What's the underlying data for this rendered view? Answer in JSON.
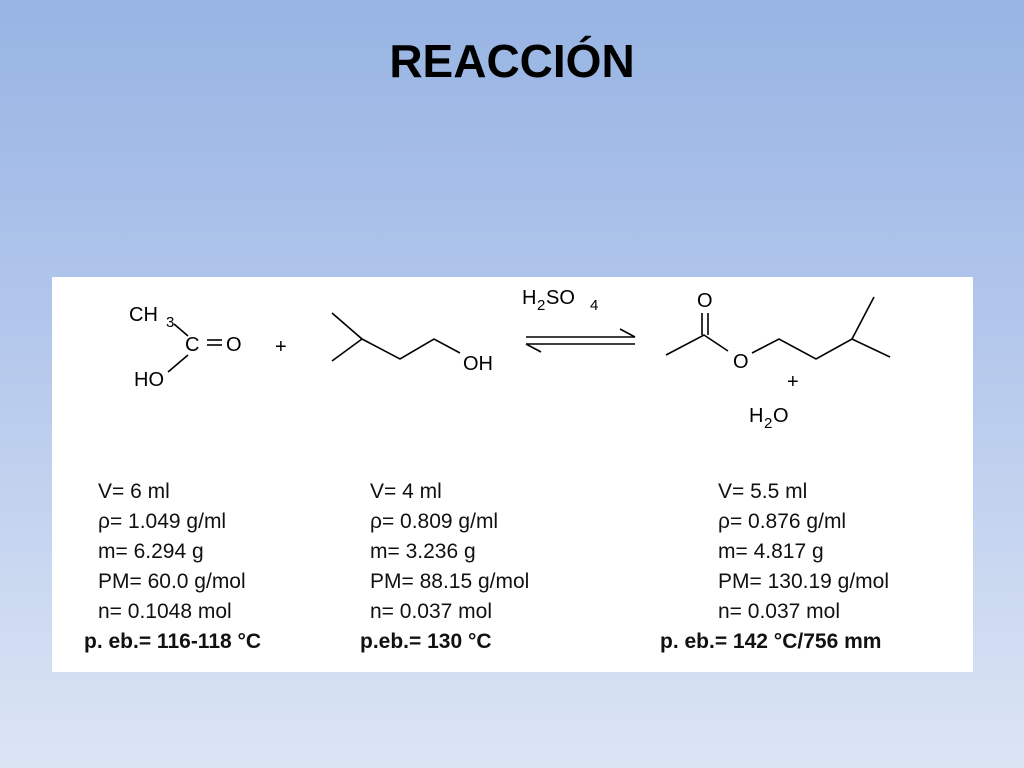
{
  "slide": {
    "title": "REACCIÓN"
  },
  "scheme": {
    "acid": {
      "ch3": "CH",
      "ch3_sub": "3",
      "c": "C",
      "o": "O",
      "ho": "HO"
    },
    "plus1": "+",
    "alcohol": {
      "oh": "OH"
    },
    "catalyst": {
      "h": "H",
      "sub2": "2",
      "so": "SO",
      "sub4": "4"
    },
    "ester": {
      "o_top": "O",
      "o_chain": "O"
    },
    "plus2": "+",
    "water": {
      "h": "H",
      "sub2": "2",
      "o": "O"
    }
  },
  "properties": {
    "acid": {
      "v": "V= 6 ml",
      "rho": "ρ= 1.049 g/ml",
      "m": "m= 6.294 g",
      "pm": "PM= 60.0 g/mol",
      "n": "n= 0.1048 mol",
      "bp": "p. eb.= 116-118 °C"
    },
    "alcohol": {
      "v": "V= 4 ml",
      "rho": "ρ= 0.809 g/ml",
      "m": "m= 3.236 g",
      "pm": "PM= 88.15 g/mol",
      "n": "n= 0.037 mol",
      "bp": "p.eb.= 130 °C"
    },
    "ester": {
      "v": "V= 5.5  ml",
      "rho": "ρ= 0.876 g/ml",
      "m": "m= 4.817 g",
      "pm": "PM= 130.19 g/mol",
      "n": "n= 0.037 mol",
      "bp": "p. eb.= 142 °C/756 mm"
    }
  }
}
